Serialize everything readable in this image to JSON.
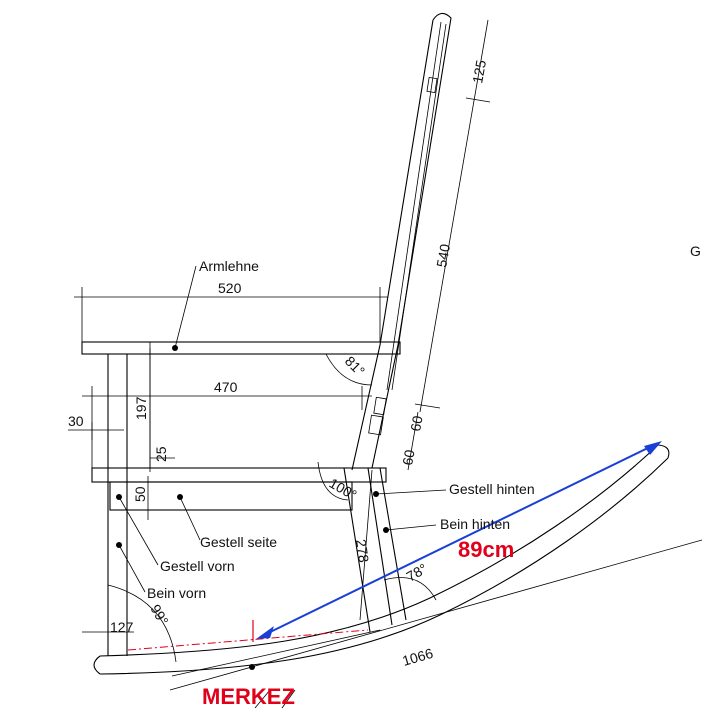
{
  "labels": {
    "armlehne": "Armlehne",
    "gestell_seite": "Gestell seite",
    "gestell_vorn": "Gestell vorn",
    "bein_vorn": "Bein vorn",
    "gestell_hinten": "Gestell hinten",
    "bein_hinten": "Bein hinten",
    "edge_fragment": "G"
  },
  "dimensions": {
    "d520": "520",
    "d470": "470",
    "d30": "30",
    "d197": "197",
    "d25": "25",
    "d50": "50",
    "d125": "125",
    "d540": "540",
    "d60a": "60",
    "d60b": "60",
    "d278": "278",
    "d1066": "1066",
    "d127": "127"
  },
  "angles": {
    "a81": "81°",
    "a100": "100°",
    "a78": "78°",
    "a99": "99°"
  },
  "annotations": {
    "length": "89cm",
    "center": "MERKEZ"
  },
  "colors": {
    "annotation_red": "#e0001a",
    "arrow_blue": "#1a3fd6",
    "line": "#000000"
  }
}
